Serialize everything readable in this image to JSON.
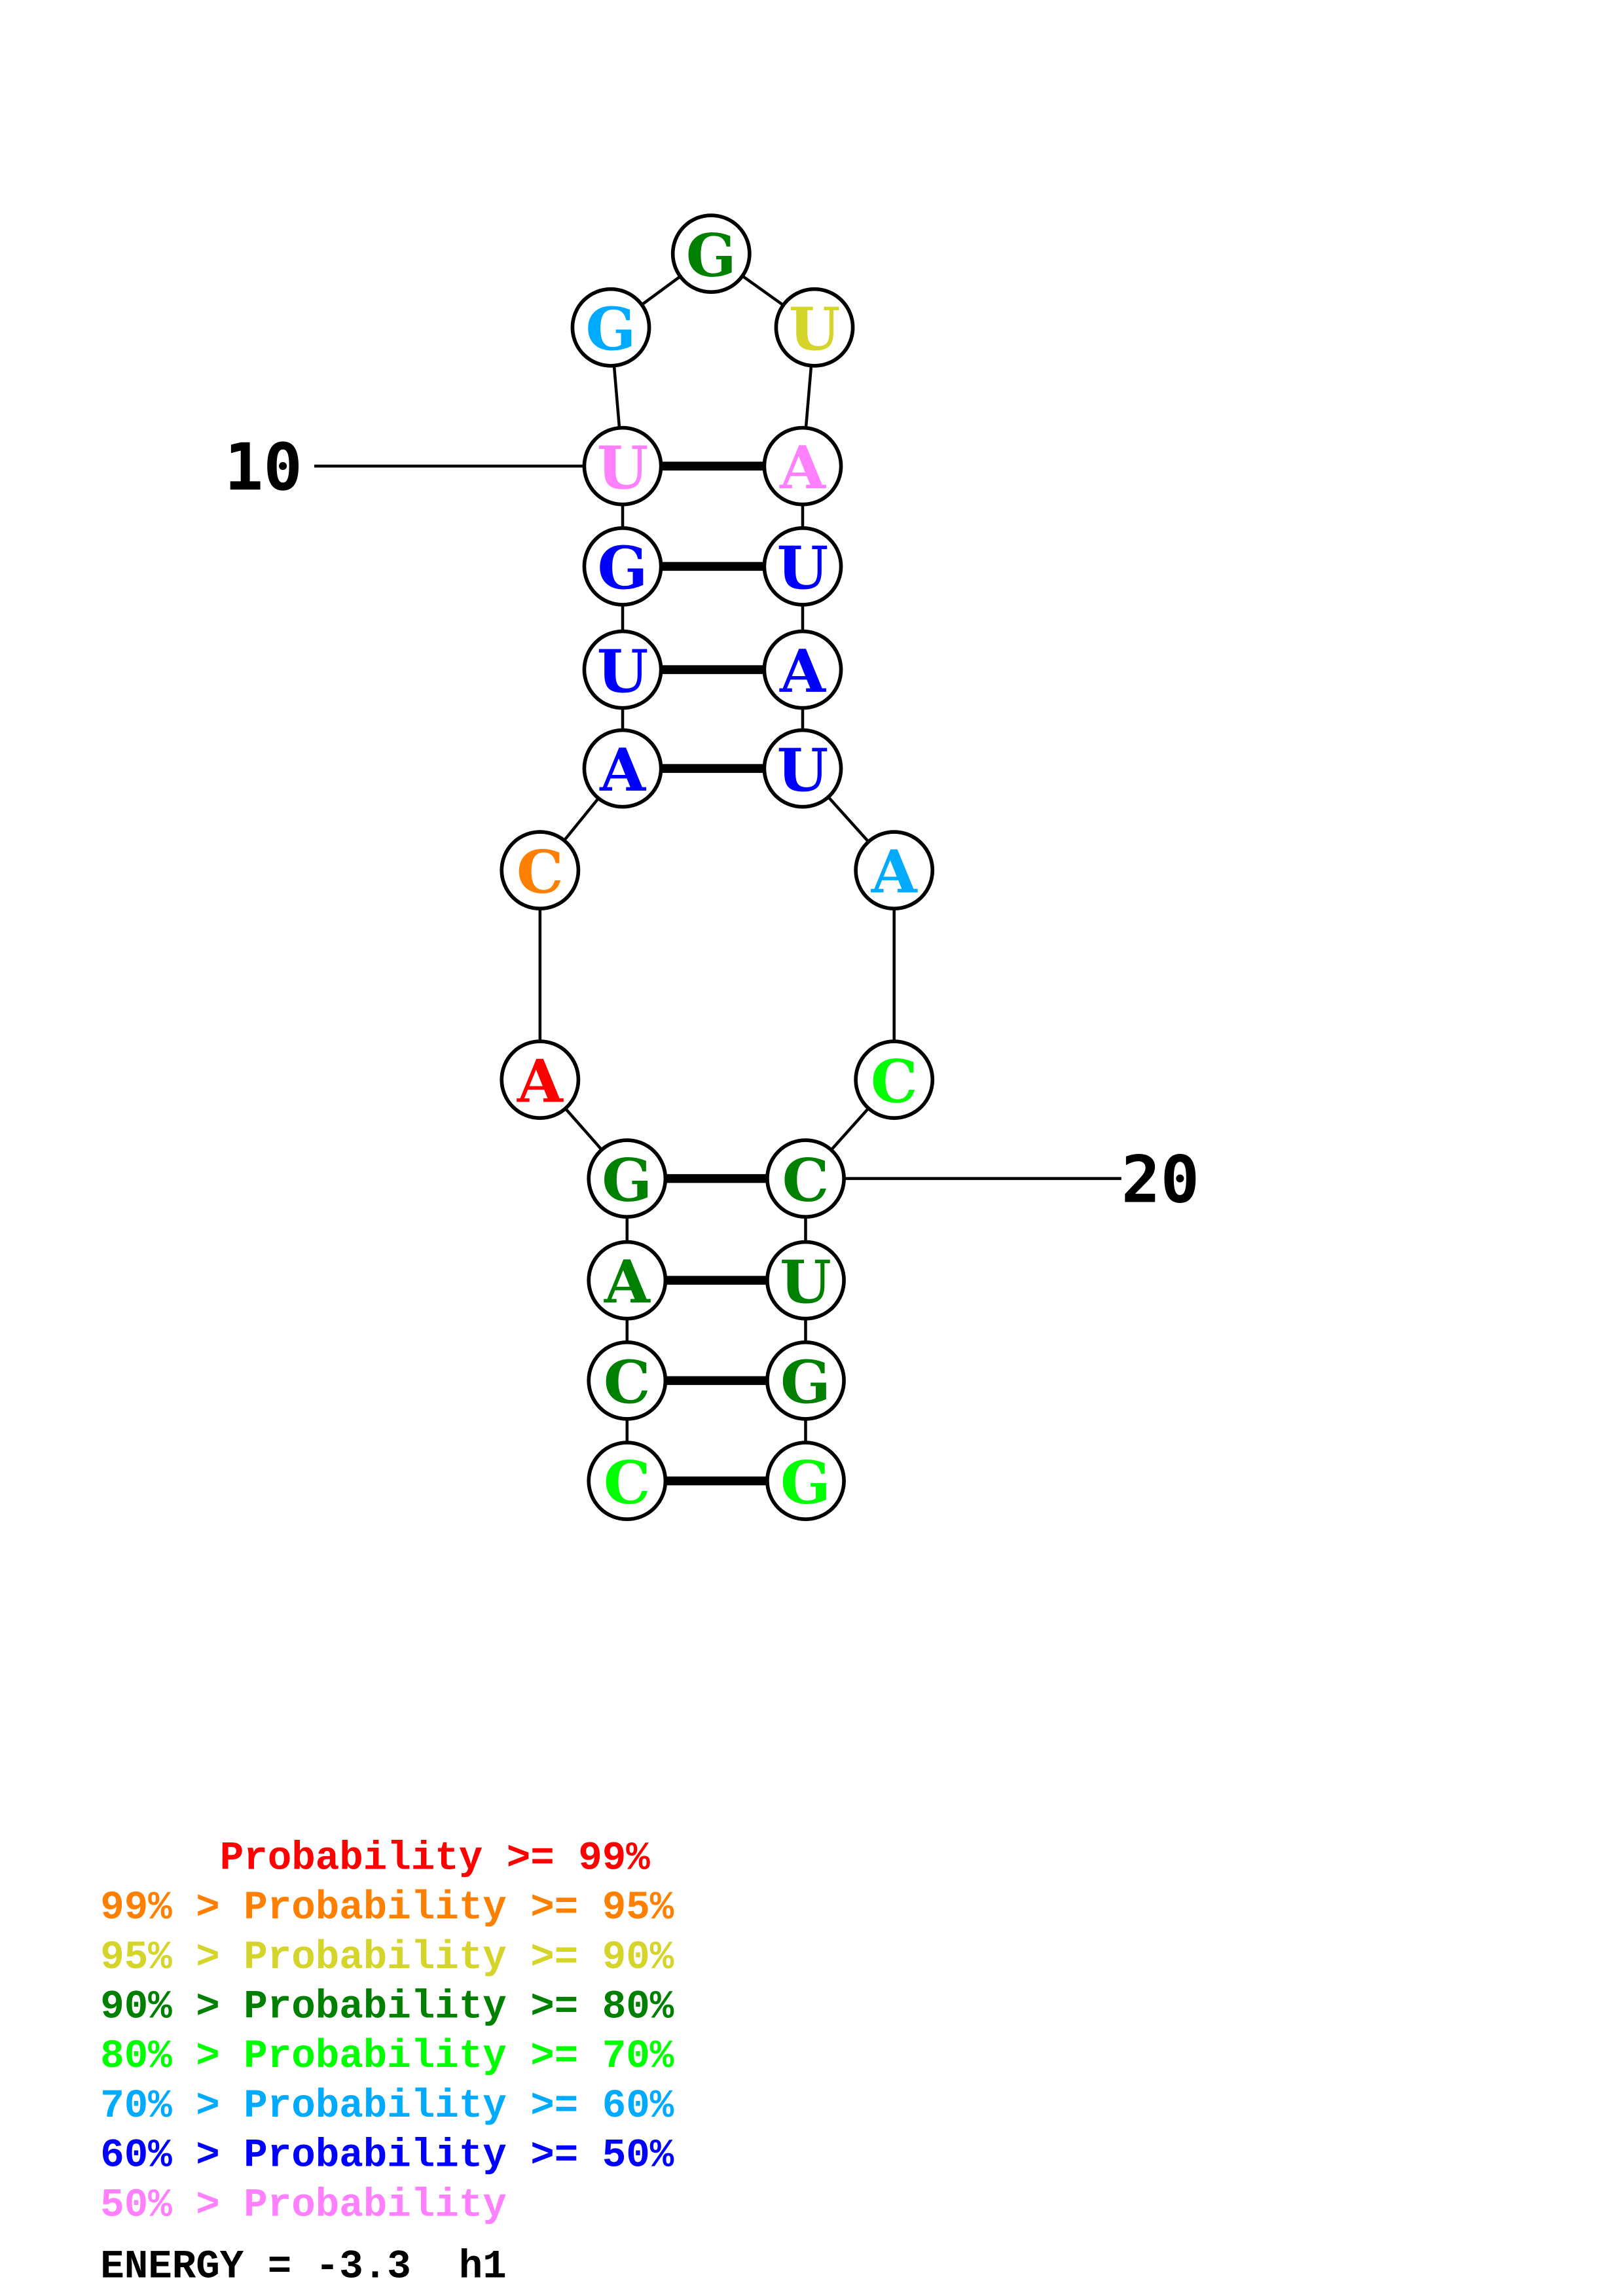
{
  "structure": {
    "nucleotides": [
      {
        "index": 1,
        "base": "C",
        "color": "#00ff00"
      },
      {
        "index": 2,
        "base": "C",
        "color": "#008000"
      },
      {
        "index": 3,
        "base": "A",
        "color": "#008000"
      },
      {
        "index": 4,
        "base": "G",
        "color": "#008000"
      },
      {
        "index": 5,
        "base": "A",
        "color": "#ff0000"
      },
      {
        "index": 6,
        "base": "C",
        "color": "#ff8000"
      },
      {
        "index": 7,
        "base": "A",
        "color": "#0000ff"
      },
      {
        "index": 8,
        "base": "U",
        "color": "#0000ff"
      },
      {
        "index": 9,
        "base": "G",
        "color": "#0000ff"
      },
      {
        "index": 10,
        "base": "U",
        "color": "#ff80ff"
      },
      {
        "index": 11,
        "base": "G",
        "color": "#00aaff"
      },
      {
        "index": 12,
        "base": "G",
        "color": "#008000"
      },
      {
        "index": 13,
        "base": "U",
        "color": "#d4d42a"
      },
      {
        "index": 14,
        "base": "A",
        "color": "#ff80ff"
      },
      {
        "index": 15,
        "base": "U",
        "color": "#0000ff"
      },
      {
        "index": 16,
        "base": "A",
        "color": "#0000ff"
      },
      {
        "index": 17,
        "base": "U",
        "color": "#0000ff"
      },
      {
        "index": 18,
        "base": "A",
        "color": "#00aaff"
      },
      {
        "index": 19,
        "base": "C",
        "color": "#00ff00"
      },
      {
        "index": 20,
        "base": "C",
        "color": "#008000"
      },
      {
        "index": 21,
        "base": "U",
        "color": "#008000"
      },
      {
        "index": 22,
        "base": "G",
        "color": "#008000"
      },
      {
        "index": 23,
        "base": "G",
        "color": "#00ff00"
      }
    ],
    "pairs": [
      [
        1,
        23
      ],
      [
        2,
        22
      ],
      [
        3,
        21
      ],
      [
        4,
        20
      ],
      [
        7,
        17
      ],
      [
        8,
        16
      ],
      [
        9,
        15
      ],
      [
        10,
        14
      ]
    ],
    "position_labels": [
      {
        "index": 10,
        "text": "10"
      },
      {
        "index": 20,
        "text": "20"
      }
    ]
  },
  "legend": [
    {
      "text": "     Probability >= 99%",
      "color": "#ff0000"
    },
    {
      "text": "99% > Probability >= 95%",
      "color": "#ff8000"
    },
    {
      "text": "95% > Probability >= 90%",
      "color": "#d4d42a"
    },
    {
      "text": "90% > Probability >= 80%",
      "color": "#008000"
    },
    {
      "text": "80% > Probability >= 70%",
      "color": "#00ff00"
    },
    {
      "text": "70% > Probability >= 60%",
      "color": "#00aaff"
    },
    {
      "text": "60% > Probability >= 50%",
      "color": "#0000ff"
    },
    {
      "text": "50% > Probability",
      "color": "#ff80ff"
    }
  ],
  "energy": {
    "text": "ENERGY = -3.3  h1"
  }
}
